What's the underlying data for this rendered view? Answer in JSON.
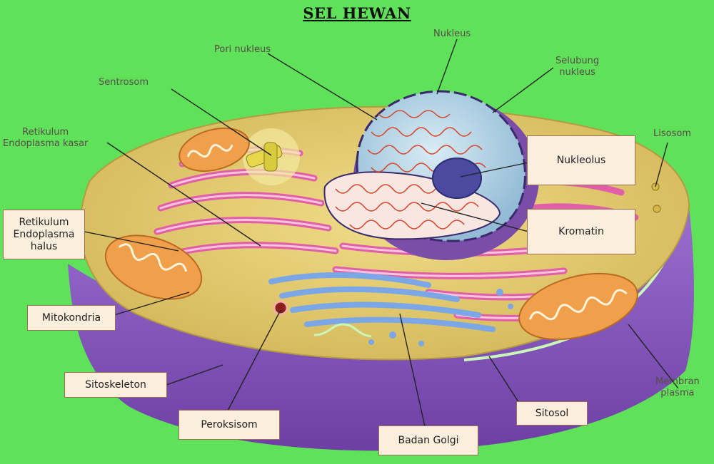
{
  "title": "SEL HEWAN",
  "labels": {
    "pori_nukleus": "Pori nukleus",
    "nukleus": "Nukleus",
    "selubung_nukleus_1": "Selubung",
    "selubung_nukleus_2": "nukleus",
    "sentrosom": "Sentrosom",
    "re_kasar_1": "Retikulum",
    "re_kasar_2": "Endoplasma kasar",
    "lisosom": "Lisosom",
    "membran_plasma_1": "Membran",
    "membran_plasma_2": "plasma"
  },
  "boxes": {
    "nukleolus": "Nukleolus",
    "kromatin": "Kromatin",
    "re_halus_1": "Retikulum",
    "re_halus_2": "Endoplasma",
    "re_halus_3": "halus",
    "mitokondria": "Mitokondria",
    "sitoskeleton": "Sitoskeleton",
    "peroksisom": "Peroksisom",
    "badan_golgi": "Badan Golgi",
    "sitosol": "Sitosol"
  },
  "colors": {
    "background": "#5fe25a",
    "cytoplasm": "#e2cf6a",
    "membrane_base": "#8a5fc0",
    "nucleus": "#b9d6e6",
    "nuclear_envelope": "#7a4ea8",
    "rough_er": "#e05fa8",
    "golgi": "#7ba7e6",
    "mitochondria": "#f0a04a",
    "chromatin": "#d8452a",
    "label_box": "#fbeedd"
  }
}
